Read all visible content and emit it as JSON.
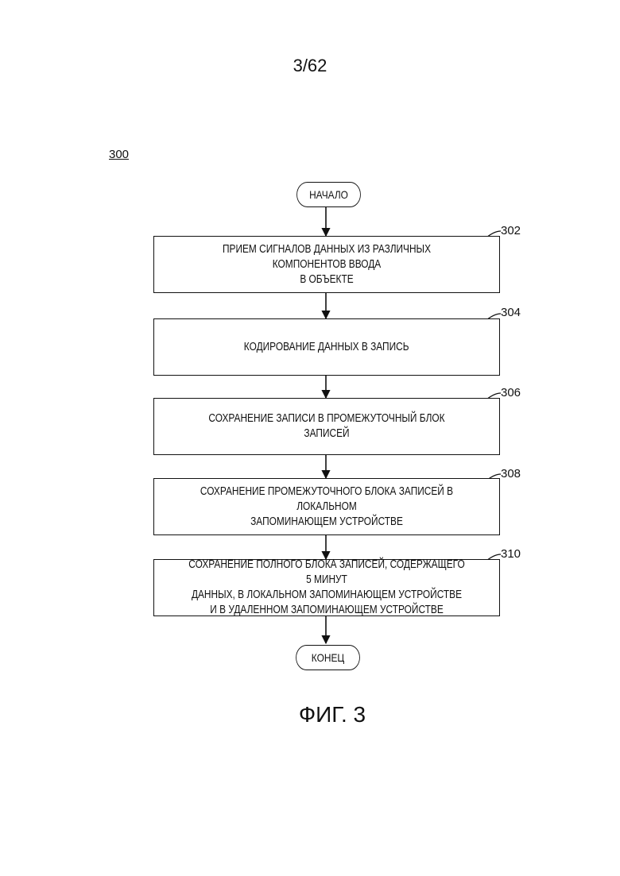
{
  "page": {
    "number": "3/62"
  },
  "figure": {
    "ref": "300",
    "caption": "ФИГ. 3"
  },
  "flowchart": {
    "start": "НАЧАЛО",
    "end": "КОНЕЦ",
    "steps": [
      {
        "id": "302",
        "text": "ПРИЕМ СИГНАЛОВ ДАННЫХ ИЗ РАЗЛИЧНЫХ КОМПОНЕНТОВ ВВОДА\nВ ОБЪЕКТЕ"
      },
      {
        "id": "304",
        "text": "КОДИРОВАНИЕ ДАННЫХ В ЗАПИСЬ"
      },
      {
        "id": "306",
        "text": "СОХРАНЕНИЕ ЗАПИСИ В ПРОМЕЖУТОЧНЫЙ БЛОК ЗАПИСЕЙ"
      },
      {
        "id": "308",
        "text": "СОХРАНЕНИЕ ПРОМЕЖУТОЧНОГО БЛОКА ЗАПИСЕЙ В ЛОКАЛЬНОМ\nЗАПОМИНАЮЩЕМ УСТРОЙСТВЕ"
      },
      {
        "id": "310",
        "text": "СОХРАНЕНИЕ ПОЛНОГО БЛОКА ЗАПИСЕЙ, СОДЕРЖАЩЕГО 5 МИНУТ\nДАННЫХ, В ЛОКАЛЬНОМ ЗАПОМИНАЮЩЕМ УСТРОЙСТВЕ\nИ В УДАЛЕННОМ ЗАПОМИНАЮЩЕМ УСТРОЙСТВЕ"
      }
    ]
  }
}
